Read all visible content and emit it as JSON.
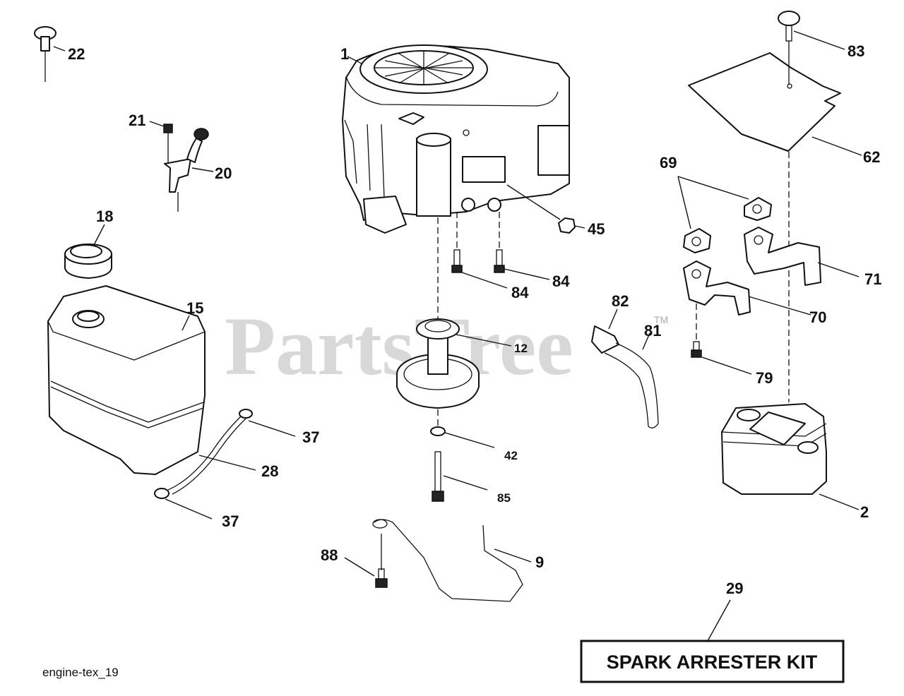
{
  "watermark": {
    "text": "PartsTree",
    "trademark": "TM"
  },
  "diagram_code": "engine-tex_19",
  "kit_label": "SPARK ARRESTER KIT",
  "callouts": {
    "c1": "1",
    "c2": "2",
    "c9": "9",
    "c12": "12",
    "c15": "15",
    "c18": "18",
    "c20": "20",
    "c21": "21",
    "c22": "22",
    "c28": "28",
    "c29": "29",
    "c37a": "37",
    "c37b": "37",
    "c42": "42",
    "c45": "45",
    "c62": "62",
    "c69": "69",
    "c70": "70",
    "c71": "71",
    "c79": "79",
    "c81": "81",
    "c82": "82",
    "c83": "83",
    "c84a": "84",
    "c84b": "84",
    "c85": "85",
    "c88": "88"
  },
  "colors": {
    "line": "#111111",
    "watermark": "#9a9a9a",
    "background": "#ffffff"
  }
}
